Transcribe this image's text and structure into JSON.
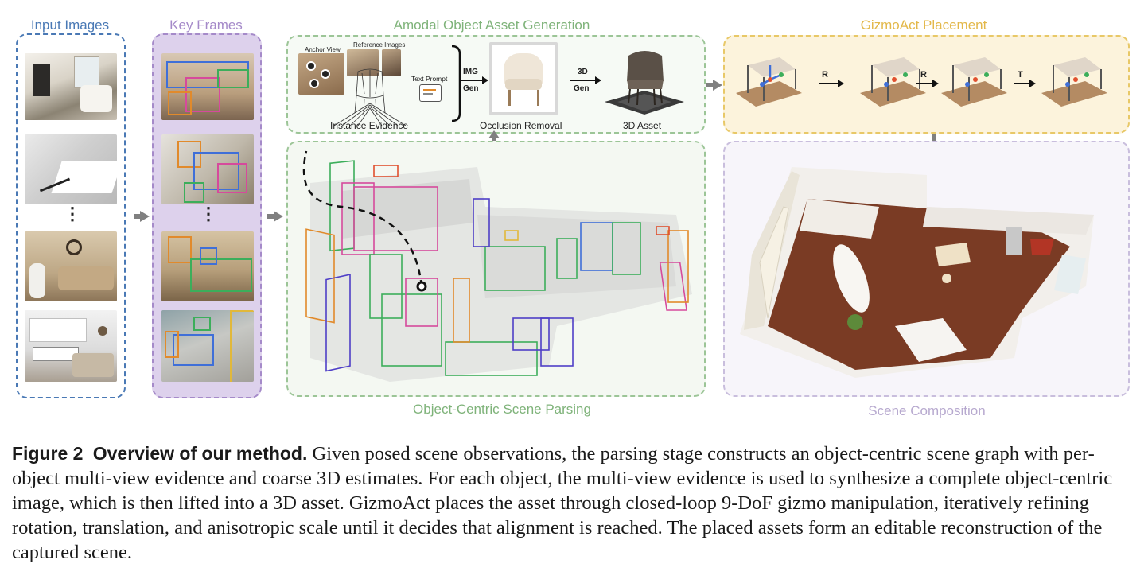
{
  "panels": {
    "input_images": {
      "title": "Input Images",
      "color": "#4a79b5"
    },
    "key_frames": {
      "title": "Key Frames",
      "color": "#a58ac9"
    },
    "asset_generation": {
      "title": "Amodal Object Asset Generation",
      "color": "#7fb37a"
    },
    "scene_parsing": {
      "title": "Object-Centric Scene Parsing",
      "color": "#7fb37a"
    },
    "gizmoact": {
      "title": "GizmoAct Placement",
      "color": "#e3b84a"
    },
    "composition": {
      "title": "Scene Composition",
      "color": "#b7a9cf"
    }
  },
  "ellipsis": "⋮",
  "asset_generation": {
    "anchor_view": "Anchor View",
    "reference_images": "Reference Images",
    "text_prompt": "Text Prompt",
    "instance_evidence": "Instance Evidence",
    "img_gen_line1": "IMG",
    "img_gen_line2": "Gen",
    "occlusion_removal": "Occlusion Removal",
    "gen3d_line1": "3D",
    "gen3d_line2": "Gen",
    "asset_3d": "3D Asset"
  },
  "gizmoact": {
    "steps": [
      "R",
      "R",
      "T"
    ]
  },
  "caption": {
    "label": "Figure 2",
    "title": "Overview of our method.",
    "text": "Given posed scene observations, the parsing stage constructs an object-centric scene graph with per-object multi-view evidence and coarse 3D estimates. For each object, the multi-view evidence is used to synthesize a complete object-centric image, which is then lifted into a 3D asset. GizmoAct places the asset through closed-loop 9-DoF gizmo manipulation, iteratively refining rotation, translation, and anisotropic scale until it decides that alignment is reached. The placed assets form an editable reconstruction of the captured scene."
  },
  "icons": {
    "photos": "room-photo",
    "arrow": "right-arrow",
    "chair": "chair-render",
    "pointcloud": "point-cloud",
    "room": "room-render"
  }
}
